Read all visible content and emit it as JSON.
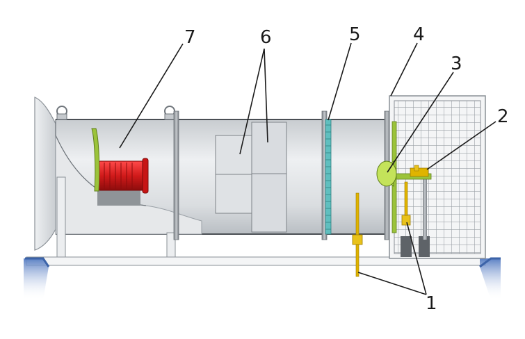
{
  "callouts": [
    {
      "id": "1",
      "label": "1"
    },
    {
      "id": "2",
      "label": "2"
    },
    {
      "id": "3",
      "label": "3"
    },
    {
      "id": "4",
      "label": "4"
    },
    {
      "id": "5",
      "label": "5"
    },
    {
      "id": "6",
      "label": "6"
    },
    {
      "id": "7",
      "label": "7"
    }
  ],
  "colors": {
    "duct": "#d6d9dc",
    "motor": "#d11a1a",
    "blade": "#9bc33a",
    "fitting": "#e0b400",
    "base": "#3c63a8",
    "panel": "#e8eaec",
    "outline": "#8a9096"
  }
}
